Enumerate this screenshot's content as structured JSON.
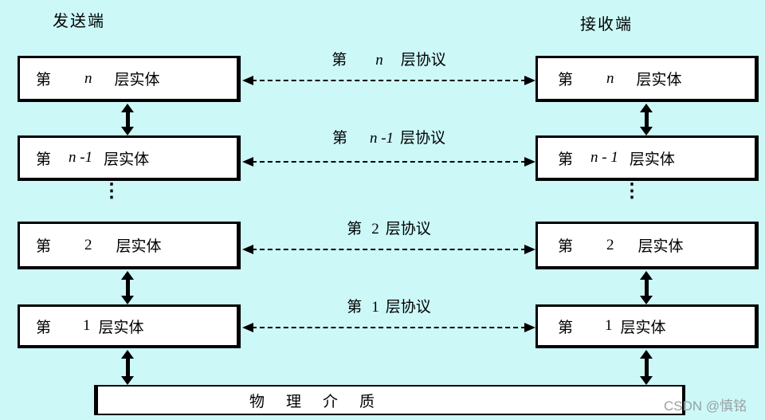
{
  "header": {
    "sender": "发送端",
    "receiver": "接收端"
  },
  "layers": [
    {
      "left": {
        "prefix": "第",
        "variable": "n",
        "suffix": "层实体"
      },
      "right": {
        "prefix": "第",
        "variable": "n",
        "suffix": "层实体"
      },
      "protocol": {
        "prefix": "第",
        "variable": "n",
        "suffix": "层协议"
      }
    },
    {
      "left": {
        "prefix": "第",
        "variable": "n -1",
        "suffix": "层实体"
      },
      "right": {
        "prefix": "第",
        "variable": "n - 1",
        "suffix": "层实体"
      },
      "protocol": {
        "prefix": "第",
        "variable": "n -1",
        "suffix": "层协议"
      }
    },
    {
      "left": {
        "prefix": "第",
        "variable": "2",
        "suffix": "层实体"
      },
      "right": {
        "prefix": "第",
        "variable": "2",
        "suffix": "层实体"
      },
      "protocol": {
        "prefix": "第",
        "variable": "2",
        "suffix": "层协议"
      }
    },
    {
      "left": {
        "prefix": "第",
        "variable": "1",
        "suffix": "层实体"
      },
      "right": {
        "prefix": "第",
        "variable": "1",
        "suffix": "层实体"
      },
      "protocol": {
        "prefix": "第",
        "variable": "1",
        "suffix": "层协议"
      }
    }
  ],
  "ellipsis": "⋮",
  "physical_medium": "物理介质",
  "watermark": "CSDN @慎铭",
  "colors": {
    "background": "#ccf8f8",
    "box_fill": "#ffffff",
    "line": "#000000",
    "watermark": "#9aa0a2"
  }
}
